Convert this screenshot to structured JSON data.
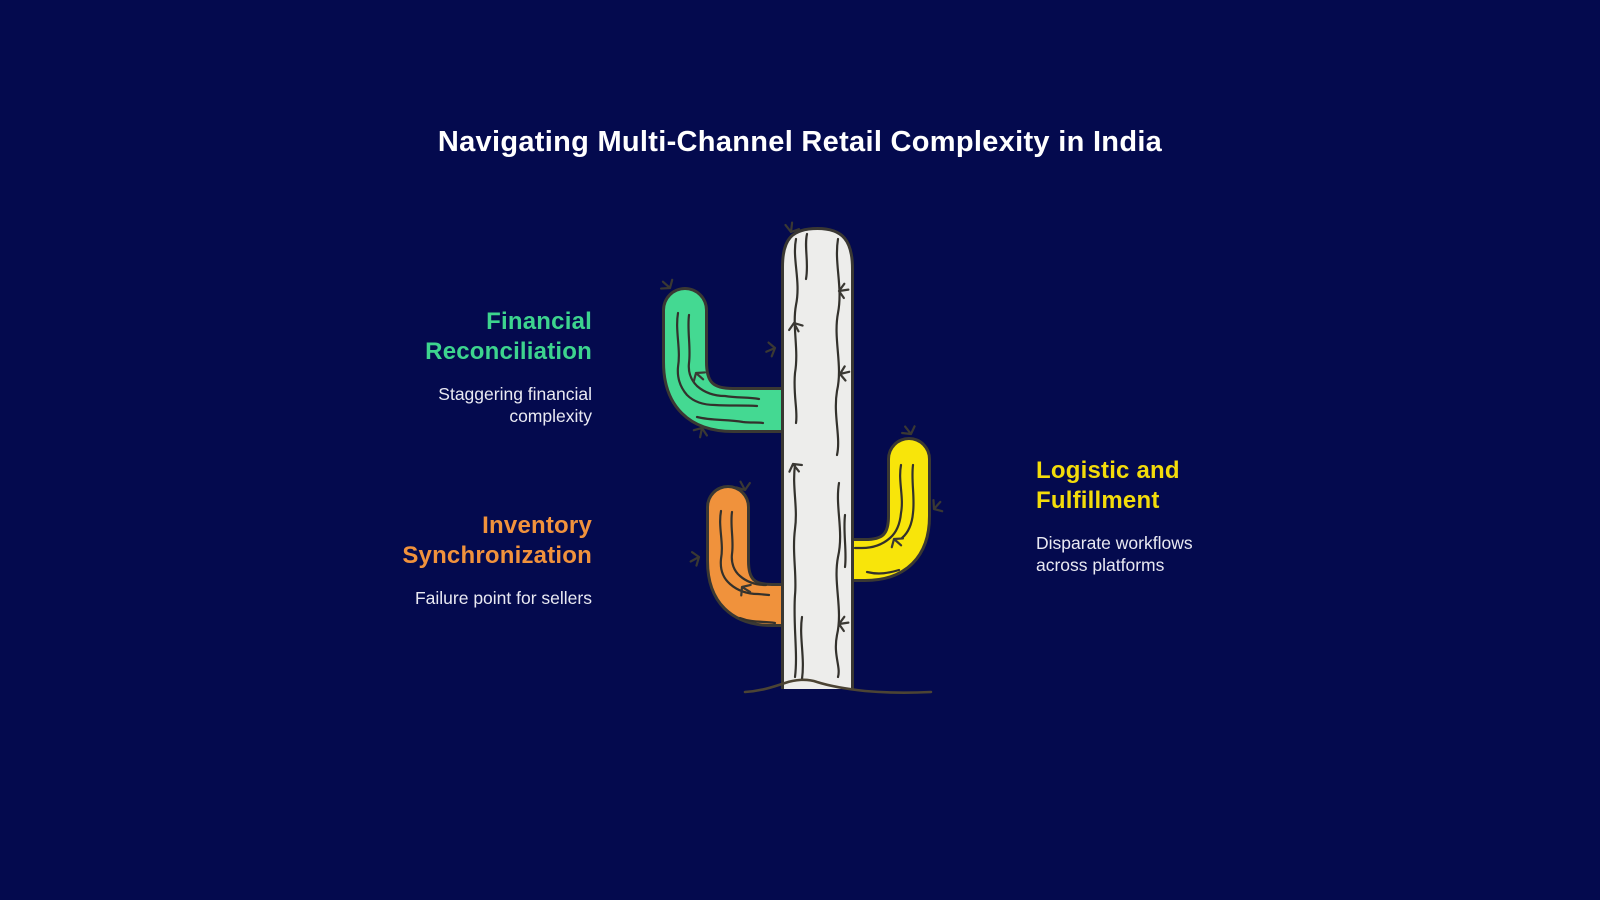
{
  "page": {
    "background": "#040A4E",
    "title": "Navigating Multi-Channel Retail Complexity in India",
    "title_color": "#FFFFFF"
  },
  "sections": [
    {
      "id": "financial-reconciliation",
      "heading_lines": [
        "Financial",
        "Reconciliation"
      ],
      "body_lines": [
        "Staggering financial",
        "complexity"
      ],
      "heading_color": "#3DD48E",
      "body_color": "#E9E9F2",
      "align": "right"
    },
    {
      "id": "inventory-synchronization",
      "heading_lines": [
        "Inventory",
        "Synchronization"
      ],
      "body_lines": [
        "Failure point for sellers"
      ],
      "heading_color": "#F1923C",
      "body_color": "#E9E9F2",
      "align": "right"
    },
    {
      "id": "logistic-fulfillment",
      "heading_lines": [
        "Logistic and",
        "Fulfillment"
      ],
      "body_lines": [
        "Disparate workflows",
        "across platforms"
      ],
      "heading_color": "#F3DC0A",
      "body_color": "#E9E9F2",
      "align": "left"
    }
  ],
  "illustration": {
    "name": "cactus",
    "trunk_fill": "#EDEDEB",
    "outline": "#3A3833",
    "detail_line": "#33312C",
    "arm_green": "#44D992",
    "arm_orange": "#F0923C",
    "arm_yellow": "#F8E50A",
    "ground": "#4C4434"
  }
}
